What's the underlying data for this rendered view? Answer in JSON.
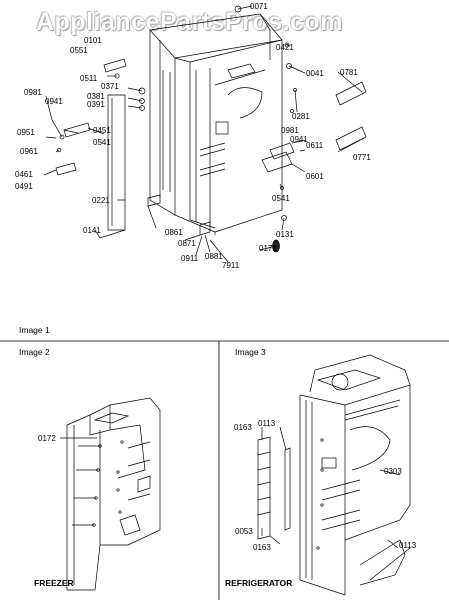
{
  "watermark": "AppliancePartsPros.com",
  "main_parts": [
    {
      "id": "p0071",
      "text": "0071"
    },
    {
      "id": "p0101",
      "text": "0101"
    },
    {
      "id": "p0551",
      "text": "0551"
    },
    {
      "id": "p0421",
      "text": "0421"
    },
    {
      "id": "p0041",
      "text": "0041"
    },
    {
      "id": "p0781",
      "text": "0781"
    },
    {
      "id": "p0511",
      "text": "0511"
    },
    {
      "id": "p0371",
      "text": "0371"
    },
    {
      "id": "p0381",
      "text": "0381"
    },
    {
      "id": "p0391",
      "text": "0391"
    },
    {
      "id": "p0981a",
      "text": "0981"
    },
    {
      "id": "p0941a",
      "text": "0941"
    },
    {
      "id": "p0281",
      "text": "0281"
    },
    {
      "id": "p0451",
      "text": "0451"
    },
    {
      "id": "p0951",
      "text": "0951"
    },
    {
      "id": "p0541a",
      "text": "0541"
    },
    {
      "id": "p0961",
      "text": "0961"
    },
    {
      "id": "p0981b",
      "text": "0981"
    },
    {
      "id": "p0941b",
      "text": "0941"
    },
    {
      "id": "p0611",
      "text": "0611"
    },
    {
      "id": "p0771",
      "text": "0771"
    },
    {
      "id": "p0601",
      "text": "0601"
    },
    {
      "id": "p0461",
      "text": "0461"
    },
    {
      "id": "p0491",
      "text": "0491"
    },
    {
      "id": "p0221",
      "text": "0221"
    },
    {
      "id": "p0541b",
      "text": "0541"
    },
    {
      "id": "p0141",
      "text": "0141"
    },
    {
      "id": "p0861",
      "text": "0861"
    },
    {
      "id": "p0131",
      "text": "0131"
    },
    {
      "id": "p0871",
      "text": "0871"
    },
    {
      "id": "p0881",
      "text": "0881"
    },
    {
      "id": "p0171",
      "text": "0171"
    },
    {
      "id": "p0911",
      "text": "0911"
    },
    {
      "id": "p7911",
      "text": "7911"
    }
  ],
  "image1_caption": "Image 1",
  "image2": {
    "caption": "Image 2",
    "part": "0172",
    "title": "FREEZER"
  },
  "image3": {
    "caption": "Image 3",
    "title": "REFRIGERATOR",
    "parts": [
      {
        "id": "i3_0163a",
        "text": "0163"
      },
      {
        "id": "i3_0113a",
        "text": "0113"
      },
      {
        "id": "i3_0303",
        "text": "0303"
      },
      {
        "id": "i3_0053",
        "text": "0053"
      },
      {
        "id": "i3_0113b",
        "text": "0113"
      },
      {
        "id": "i3_0163b",
        "text": "0163"
      }
    ]
  }
}
